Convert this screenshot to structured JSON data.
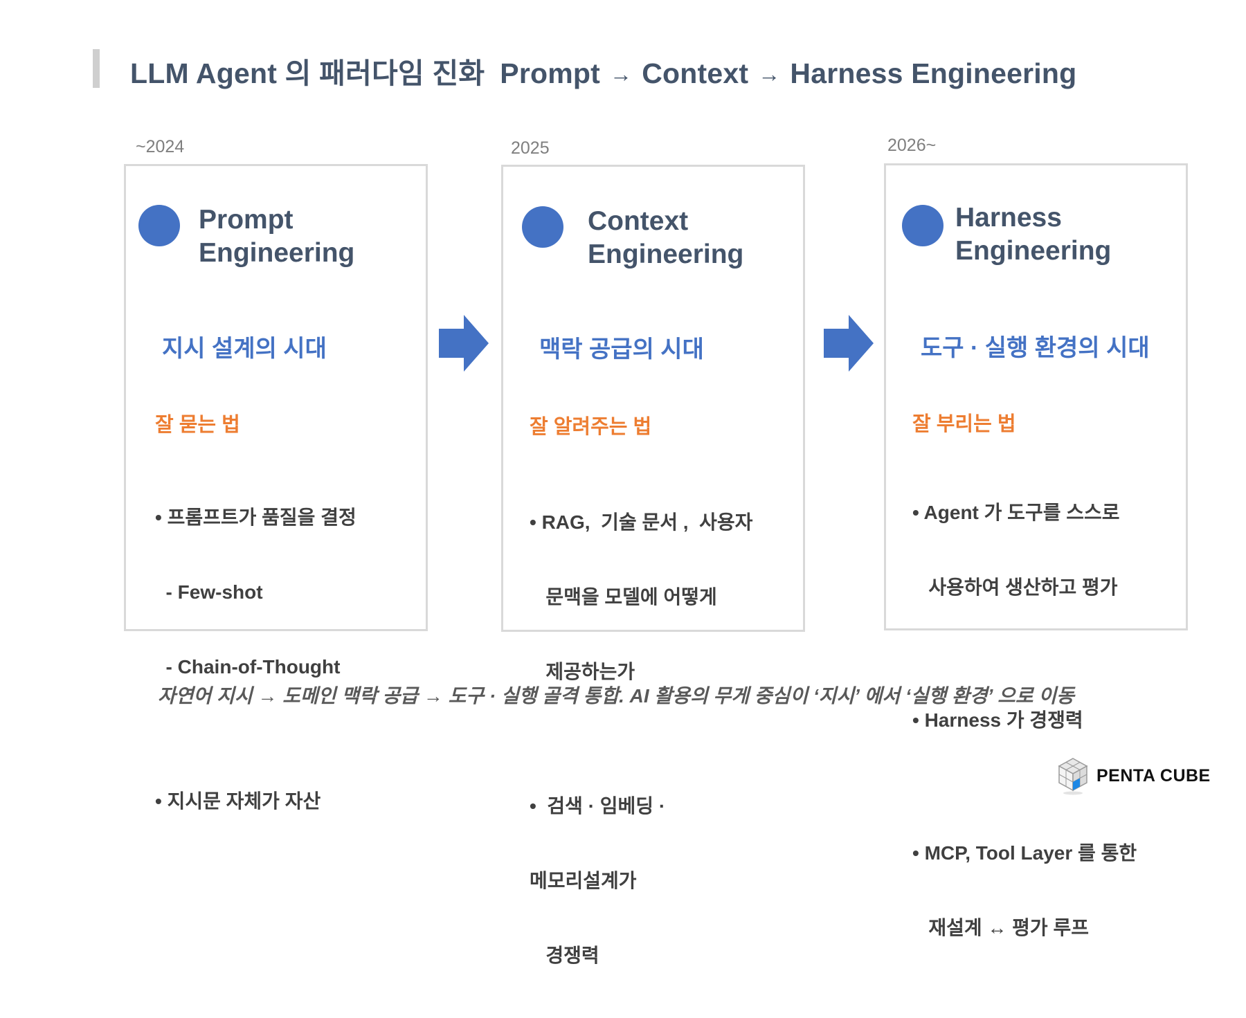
{
  "header": {
    "title_main": "LLM Agent 의 패러다임 진화",
    "flow": [
      "Prompt",
      "Context",
      "Harness Engineering"
    ],
    "arrow_glyph": "→"
  },
  "stages": [
    {
      "year": "~2024",
      "title_line1": "Prompt",
      "title_line2": "Engineering",
      "era": "지시 설계의 시대",
      "how": "잘 묻는 법",
      "bullets": [
        "• 프롬프트가 품질을 결정",
        "  - Few-shot",
        "  - Chain-of-Thought",
        "• 지시문 자체가 자산"
      ]
    },
    {
      "year": "2025",
      "title_line1": "Context",
      "title_line2": "Engineering",
      "era": "맥락 공급의 시대",
      "how": "잘 알려주는 법",
      "bullets": [
        "• RAG,  기술 문서 ,  사용자",
        "   문맥을 모델에 어떻게",
        "   제공하는가",
        "•  검색 · 임베딩 ·",
        "메모리설계가",
        "   경쟁력"
      ]
    },
    {
      "year": "2026~",
      "title_line1": "Harness",
      "title_line2": "Engineering",
      "era": "도구 · 실행 환경의 시대",
      "how": "잘 부리는 법",
      "bullets": [
        "• Agent 가 도구를 스스로",
        "   사용하여 생산하고 평가",
        "• Harness 가 경쟁력",
        "• MCP, Tool Layer 를 통한",
        "   재설계 ↔ 평가 루프"
      ]
    }
  ],
  "footer": {
    "summary": "자연어 지시 → 도메인 맥락 공급 → 도구 · 실행 골격 통합. AI  활용의 무게 중심이 ‘지시’ 에서 ‘실행 환경’ 으로 이동"
  },
  "logo": {
    "text": "PENTA CUBE",
    "icon": "cube-logo-icon"
  },
  "colors": {
    "accent_blue": "#4472c4",
    "accent_orange": "#ed7d31",
    "title_gray": "#44546a",
    "card_border": "#d9d9d9"
  }
}
